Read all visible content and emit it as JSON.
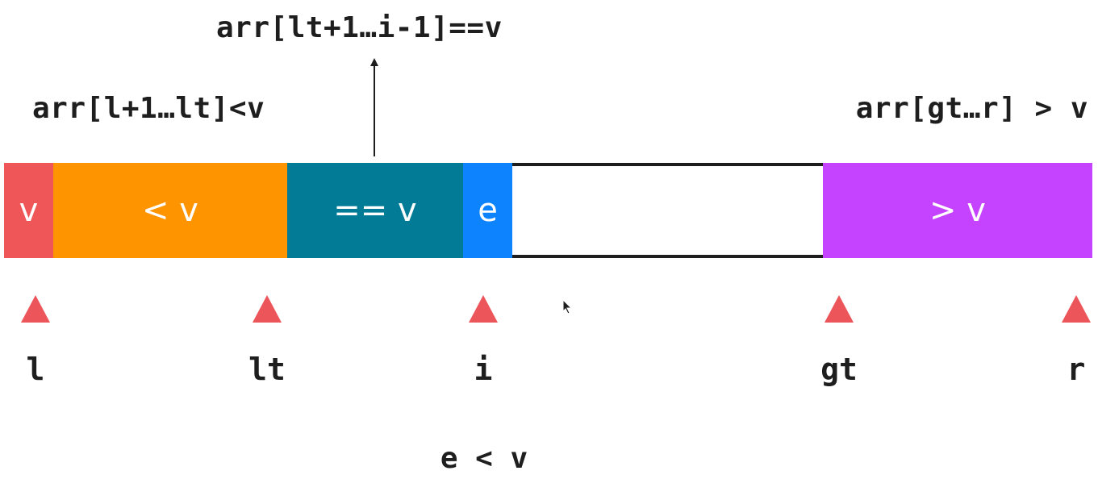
{
  "labels": {
    "equal_range": "arr[lt+1…i-1]==v",
    "less_range": "arr[l+1…lt]<v",
    "greater_range": "arr[gt…r] > v"
  },
  "segments": [
    {
      "id": "v",
      "text": "v",
      "color": "#ef5657"
    },
    {
      "id": "lt",
      "text": "< v",
      "color": "#fd9400"
    },
    {
      "id": "eq",
      "text": "== v",
      "color": "#017b96"
    },
    {
      "id": "e",
      "text": "e",
      "color": "#0d83fe"
    },
    {
      "id": "unknown",
      "text": "",
      "color": "#ffffff"
    },
    {
      "id": "gt",
      "text": "> v",
      "color": "#c543ff"
    }
  ],
  "pointers": [
    "l",
    "lt",
    "i",
    "gt",
    "r"
  ],
  "note": "e < v",
  "colors": {
    "pointer": "#ec5559",
    "text": "#1e1e1e"
  }
}
